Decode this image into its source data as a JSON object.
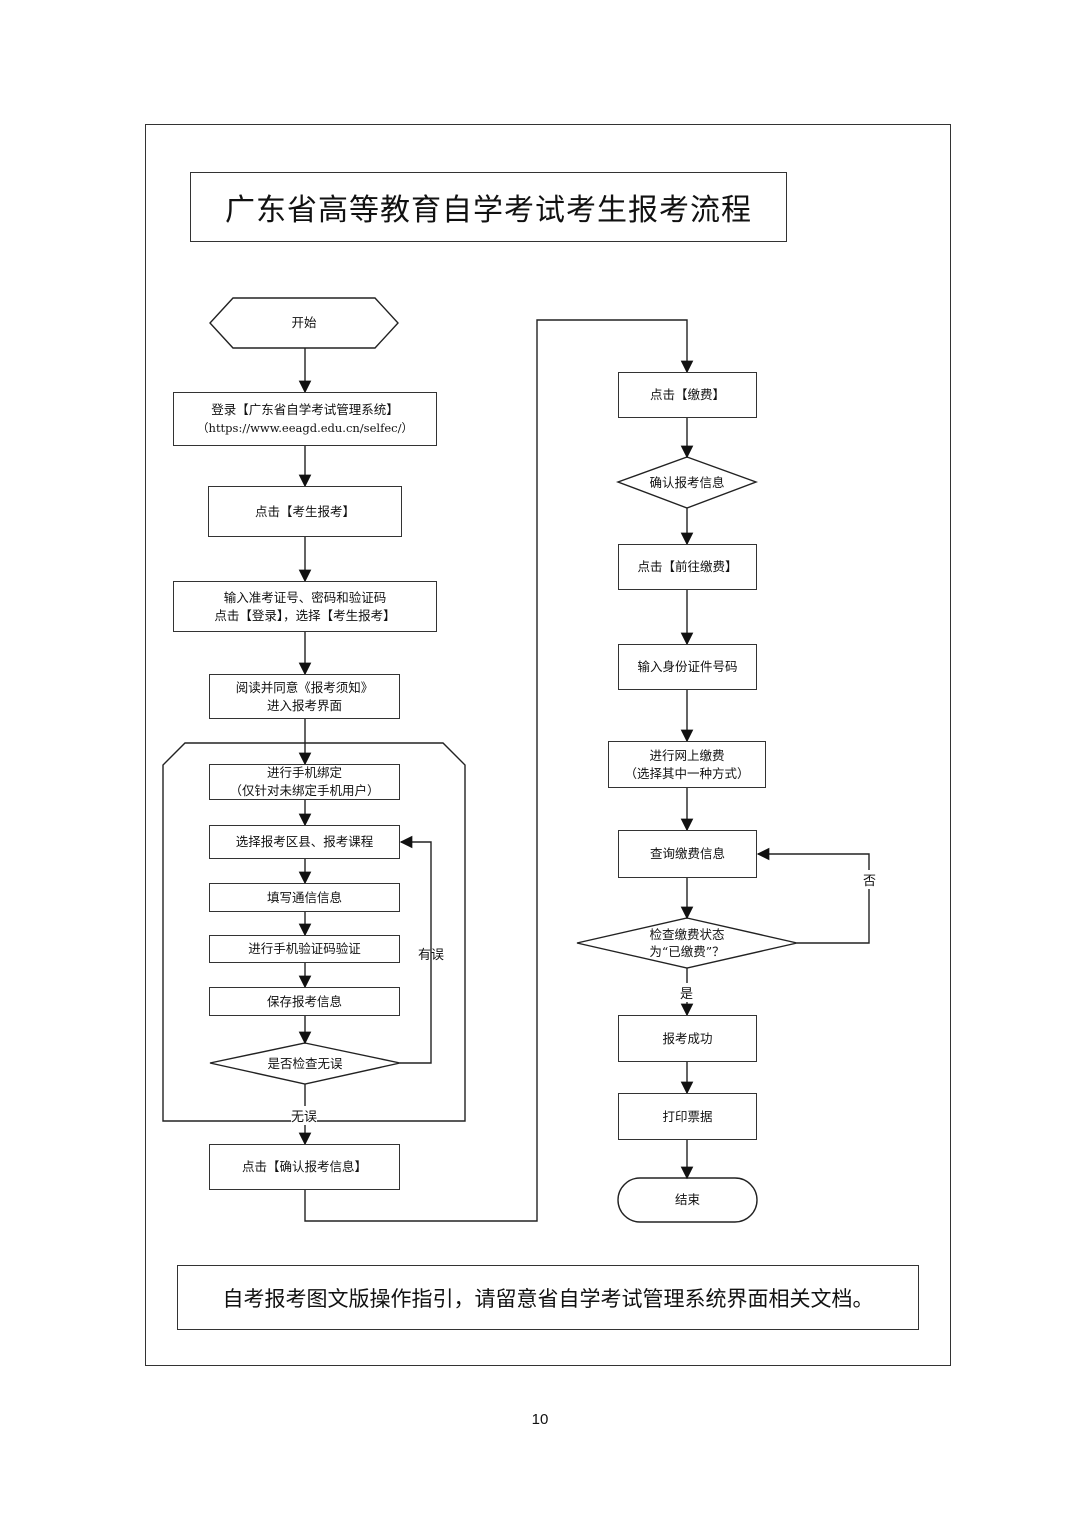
{
  "title": "广东省高等教育自学考试考生报考流程",
  "footer_note": "自考报考图文版操作指引，请留意省自学考试管理系统界面相关文档。",
  "page_number": "10",
  "left_flow": {
    "start": "开始",
    "login_line1": "登录【广东省自学考试管理系统】",
    "login_line2": "（https://www.eeagd.edu.cn/selfec/）",
    "click_apply": "点击【考生报考】",
    "input_line1": "输入准考证号、密码和验证码",
    "input_line2": "点击【登录】，选择【考生报考】",
    "read_line1": "阅读并同意《报考须知》",
    "read_line2": "进入报考界面",
    "bind_line1": "进行手机绑定",
    "bind_line2": "（仅针对未绑定手机用户）",
    "select_course": "选择报考区县、报考课程",
    "fill_contact": "填写通信信息",
    "verify_code": "进行手机验证码验证",
    "save_info": "保存报考信息",
    "check_decision": "是否检查无误",
    "label_error": "有误",
    "label_ok": "无误",
    "confirm_info": "点击【确认报考信息】"
  },
  "right_flow": {
    "click_pay": "点击【缴费】",
    "confirm_decision": "确认报考信息",
    "go_pay": "点击【前往缴费】",
    "input_id": "输入身份证件号码",
    "online_pay_line1": "进行网上缴费",
    "online_pay_line2": "（选择其中一种方式）",
    "query_pay": "查询缴费信息",
    "check_status_line1": "检查缴费状态",
    "check_status_line2": "为“已缴费”？",
    "label_no": "否",
    "label_yes": "是",
    "success": "报考成功",
    "print_receipt": "打印票据",
    "end": "结束"
  }
}
